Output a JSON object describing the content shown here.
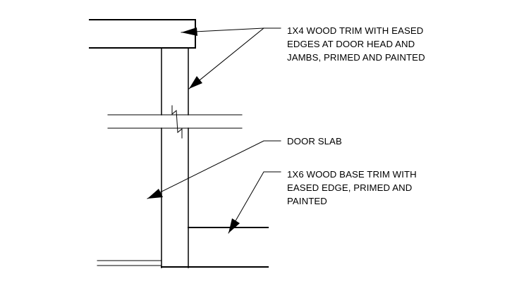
{
  "notes": {
    "trim_1x4": [
      "1X4 WOOD TRIM WITH EASED",
      "EDGES AT DOOR HEAD AND",
      "JAMBS, PRIMED AND PAINTED"
    ],
    "door_slab": [
      "DOOR SLAB"
    ],
    "base_1x6": [
      "1X6 WOOD BASE TRIM WITH",
      "EASED EDGE, PRIMED AND",
      "PAINTED"
    ]
  },
  "colors": {
    "line": "#000000",
    "background": "#ffffff"
  }
}
